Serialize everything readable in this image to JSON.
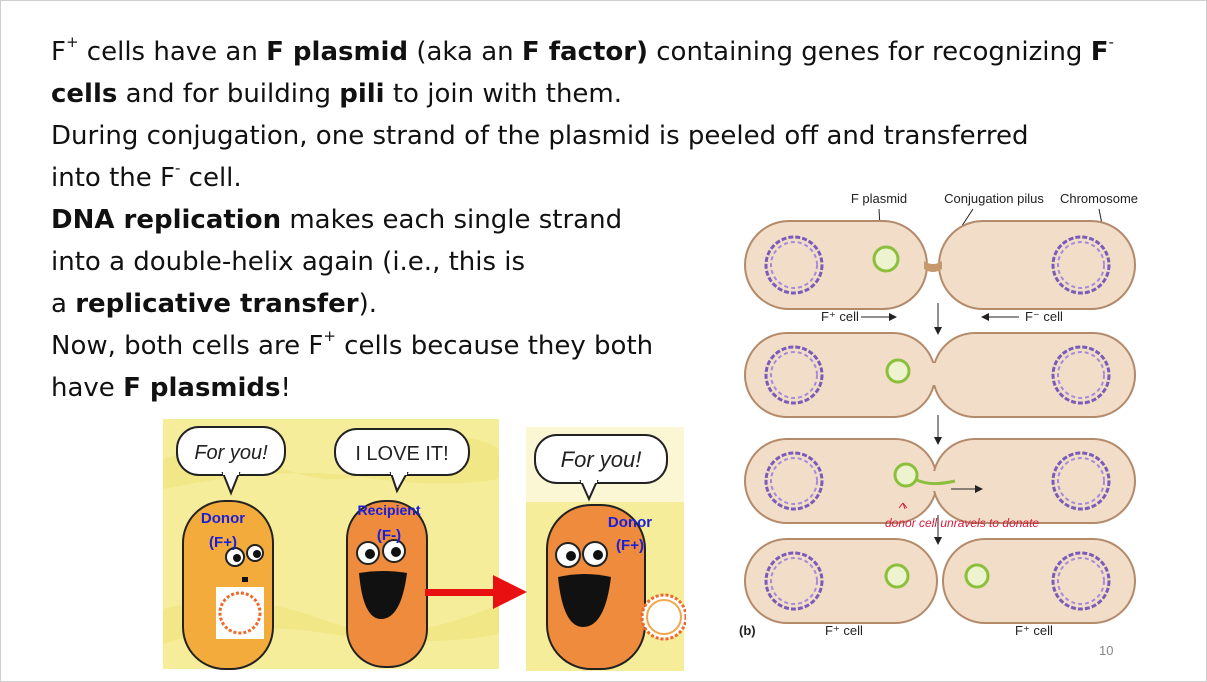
{
  "paragraphs": [
    [
      [
        {
          "t": "F"
        },
        {
          "t": "+",
          "sup": true
        },
        {
          "t": " cells have an "
        },
        {
          "t": "F plasmid",
          "b": true
        },
        {
          "t": " (aka an "
        },
        {
          "t": "F factor)",
          "b": true
        },
        {
          "t": " containing genes for recognizing "
        },
        {
          "t": "F",
          "b": true
        },
        {
          "t": "-",
          "sup": true
        }
      ],
      [
        {
          "t": "cells",
          "b": true
        },
        {
          "t": " and for building "
        },
        {
          "t": "pili",
          "b": true
        },
        {
          "t": " to join with them."
        }
      ]
    ],
    [
      [
        {
          "t": "During conjugation, one strand of the plasmid is peeled off and transferred"
        }
      ],
      [
        {
          "t": "into the F"
        },
        {
          "t": "-",
          "sup": true
        },
        {
          "t": " cell."
        }
      ]
    ],
    [
      [
        {
          "t": "DNA replication",
          "b": true
        },
        {
          "t": " makes each single strand"
        }
      ],
      [
        {
          "t": "into a double-helix again (i.e., this is"
        }
      ],
      [
        {
          "t": "a "
        },
        {
          "t": "replicative transfer",
          "b": true
        },
        {
          "t": ")."
        }
      ]
    ],
    [
      [
        {
          "t": "Now, both cells are F"
        },
        {
          "t": "+",
          "sup": true
        },
        {
          "t": " cells because they both"
        }
      ],
      [
        {
          "t": "have "
        },
        {
          "t": "F plasmids",
          "b": true
        },
        {
          "t": "!"
        }
      ]
    ]
  ],
  "cartoon": {
    "bubble_left": "For you!",
    "bubble_right": "I LOVE IT!",
    "bubble_after": "For you!",
    "donor_label": "Donor",
    "donor_sub": "(F+)",
    "recipient_label": "Recipient",
    "recipient_sub": "(F-)",
    "donor_after_label": "Donor",
    "donor_after_sub": "(F+)"
  },
  "diagram": {
    "label_plasmid": "F plasmid",
    "label_pilus": "Conjugation pilus",
    "label_chromosome": "Chromosome",
    "f_plus_arrow": "F⁺ cell",
    "f_minus_arrow": "F⁻ cell",
    "annotation": "donor cell unravels to donate",
    "panel_letter": "(b)",
    "bottom_left": "F⁺ cell",
    "bottom_right": "F⁺ cell"
  },
  "colors": {
    "cell_fill": "#f2ddc9",
    "cell_stroke": "#b38a6a",
    "chromosome": "#7a5cb8",
    "plasmid": "#8bbf3c",
    "label_blue": "#1a20d8",
    "arrow_red": "#e81010",
    "annotation_red": "#d41c3c"
  },
  "slide_number": "10"
}
